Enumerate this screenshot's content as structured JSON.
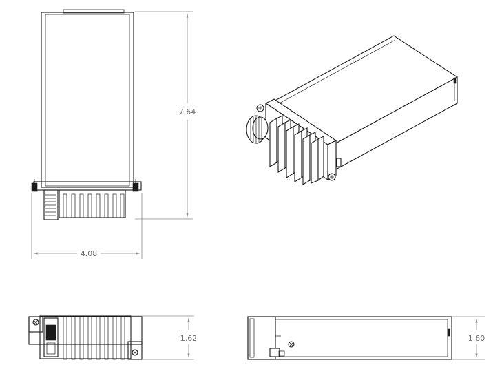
{
  "views": {
    "front": {
      "height_label": "7.64",
      "width_label": "4.08"
    },
    "end": {
      "height_label": "1.62"
    },
    "side": {
      "height_label": "1.60"
    }
  }
}
